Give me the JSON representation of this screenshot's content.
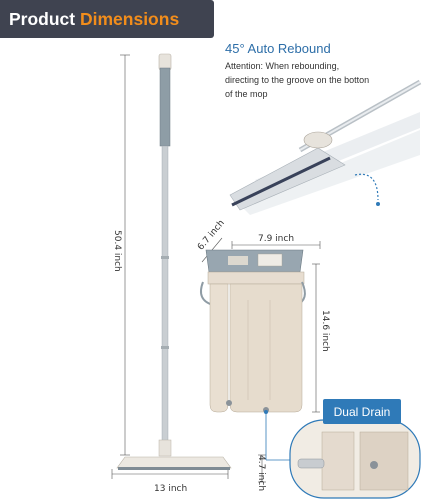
{
  "banner": {
    "part1": "Product ",
    "part2": "Dimensions"
  },
  "colors": {
    "banner_bg": "#3f4350",
    "accent": "#f28d1b",
    "blue": "#2f7ab8"
  },
  "dimensions": {
    "mop_height": "50.4 inch",
    "pad_width": "13 inch",
    "pad_depth": "4.7 inch",
    "bucket_depth": "6.7 inch",
    "bucket_width": "7.9 inch",
    "bucket_height": "14.6 inch"
  },
  "callout": {
    "title": "45° Auto Rebound",
    "body": "Attention: When rebounding, directing to the groove on the botton of the mop"
  },
  "drain": {
    "label": "Dual Drain"
  }
}
